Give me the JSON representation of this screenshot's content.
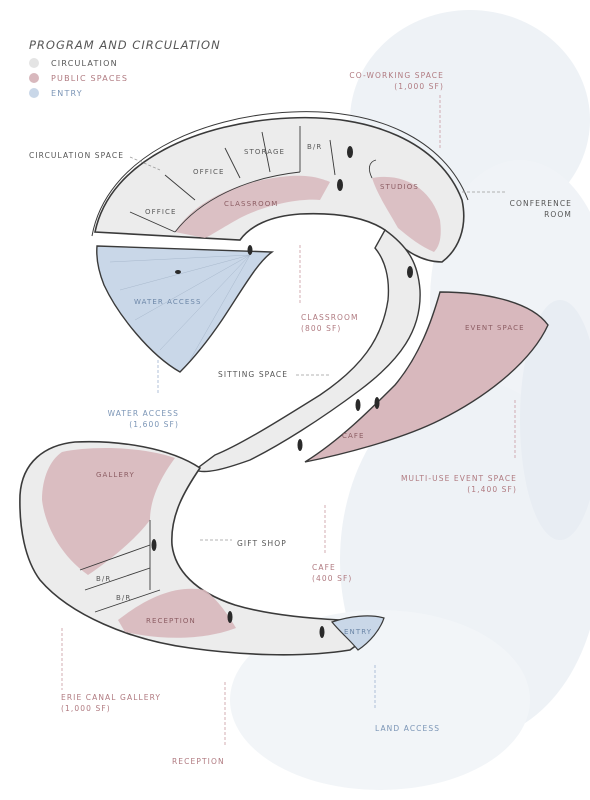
{
  "legend": {
    "title": "PROGRAM AND CIRCULATION",
    "items": [
      {
        "label": "CIRCULATION",
        "color": "#e4e4e4"
      },
      {
        "label": "PUBLIC SPACES",
        "color": "#d8b8bd"
      },
      {
        "label": "ENTRY",
        "color": "#c9d7e8"
      }
    ]
  },
  "callouts": {
    "coworking": {
      "line1": "CO-WORKING SPACE",
      "line2": "(1,000 SF)"
    },
    "circulation_space": "CIRCULATION SPACE",
    "conference": {
      "line1": "CONFERENCE",
      "line2": "ROOM"
    },
    "classroom": {
      "line1": "CLASSROOM",
      "line2": "(800 SF)"
    },
    "sitting_space": "SITTING SPACE",
    "water_access": {
      "line1": "WATER ACCESS",
      "line2": "(1,600 SF)"
    },
    "multi_use": {
      "line1": "MULTI-USE EVENT SPACE",
      "line2": "(1,400 SF)"
    },
    "gift_shop": "GIFT SHOP",
    "cafe": {
      "line1": "CAFE",
      "line2": "(400 SF)"
    },
    "erie": {
      "line1": "ERIE CANAL GALLERY",
      "line2": "(1,000 SF)"
    },
    "land_access": "LAND ACCESS",
    "reception": "RECEPTION"
  },
  "rooms": {
    "office_1": "OFFICE",
    "office_2": "OFFICE",
    "storage": "STORAGE",
    "br_top": "B/R",
    "classroom": "CLASSROOM",
    "studios": "STUDIOS",
    "water_access": "WATER ACCESS",
    "event_space": "EVENT SPACE",
    "cafe": "CAFE",
    "gallery": "GALLERY",
    "br_1": "B/R",
    "br_2": "B/R",
    "reception": "RECEPTION",
    "entry": "ENTRY"
  },
  "colors": {
    "circulation": "#e4e4e4",
    "public": "#d8b8bd",
    "entry": "#c9d7e8",
    "outline": "#3a3a3a",
    "leader_public": "#c99aa0",
    "leader_dark": "#9a9a9a"
  }
}
